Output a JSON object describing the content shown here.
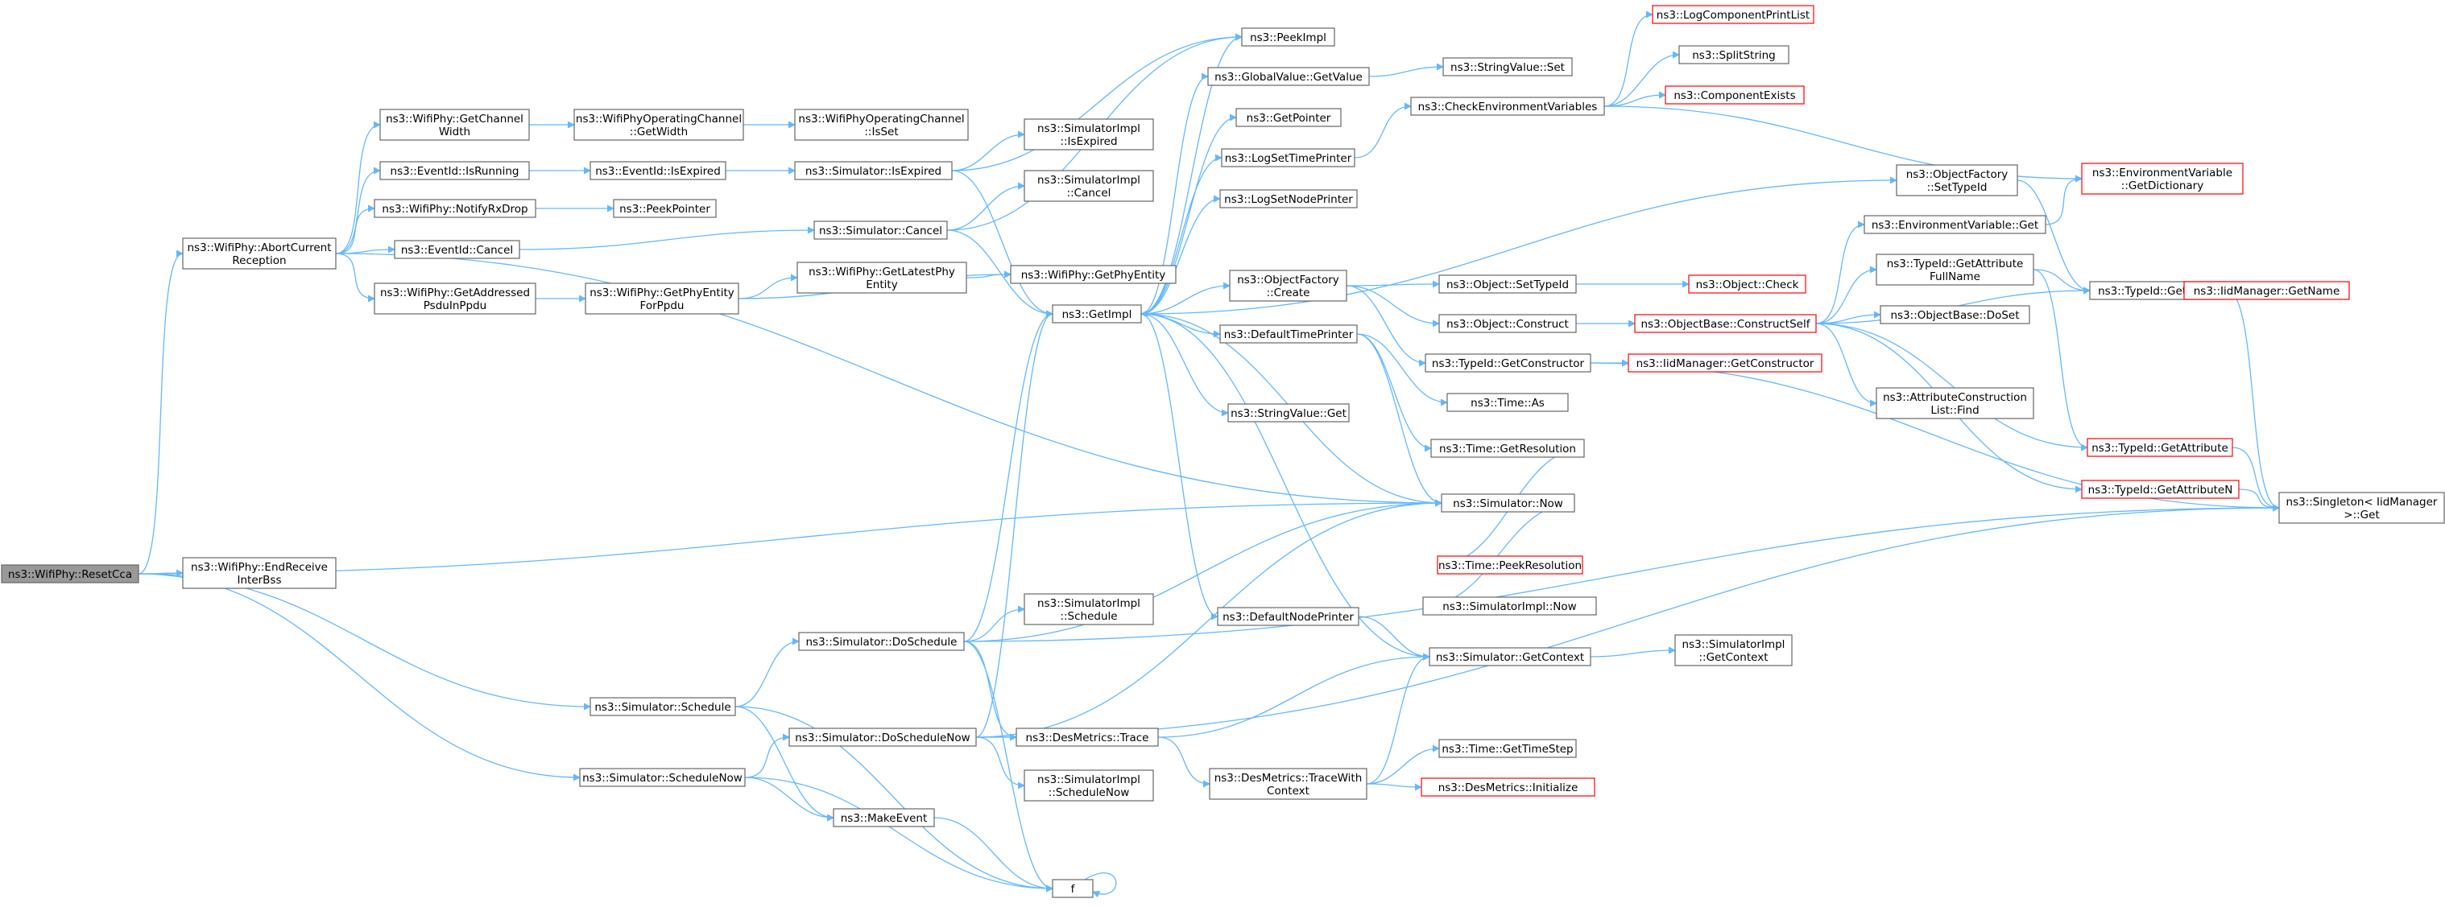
{
  "graph": {
    "nodes": [
      {
        "id": "resetcca",
        "lines": [
          "ns3::WifiPhy::ResetCca"
        ],
        "style": "root"
      },
      {
        "id": "abort",
        "lines": [
          "ns3::WifiPhy::AbortCurrent",
          "Reception"
        ],
        "style": "normal"
      },
      {
        "id": "endrecv",
        "lines": [
          "ns3::WifiPhy::EndReceive",
          "InterBss"
        ],
        "style": "normal"
      },
      {
        "id": "sched",
        "lines": [
          "ns3::Simulator::Schedule"
        ],
        "style": "normal"
      },
      {
        "id": "schednow",
        "lines": [
          "ns3::Simulator::ScheduleNow"
        ],
        "style": "normal"
      },
      {
        "id": "getchw",
        "lines": [
          "ns3::WifiPhy::GetChannel",
          "Width"
        ],
        "style": "normal"
      },
      {
        "id": "evisrun",
        "lines": [
          "ns3::EventId::IsRunning"
        ],
        "style": "normal"
      },
      {
        "id": "notifyrx",
        "lines": [
          "ns3::WifiPhy::NotifyRxDrop"
        ],
        "style": "normal"
      },
      {
        "id": "evcancel",
        "lines": [
          "ns3::EventId::Cancel"
        ],
        "style": "normal"
      },
      {
        "id": "getaddr",
        "lines": [
          "ns3::WifiPhy::GetAddressed",
          "PsduInPpdu"
        ],
        "style": "normal"
      },
      {
        "id": "opgetw",
        "lines": [
          "ns3::WifiPhyOperatingChannel",
          "::GetWidth"
        ],
        "style": "normal"
      },
      {
        "id": "evisexp",
        "lines": [
          "ns3::EventId::IsExpired"
        ],
        "style": "normal"
      },
      {
        "id": "peekptr",
        "lines": [
          "ns3::PeekPointer"
        ],
        "style": "normal"
      },
      {
        "id": "getphyent4ppdu",
        "lines": [
          "ns3::WifiPhy::GetPhyEntity",
          "ForPpdu"
        ],
        "style": "normal"
      },
      {
        "id": "opisset",
        "lines": [
          "ns3::WifiPhyOperatingChannel",
          "::IsSet"
        ],
        "style": "normal"
      },
      {
        "id": "simisexp",
        "lines": [
          "ns3::Simulator::IsExpired"
        ],
        "style": "normal"
      },
      {
        "id": "simcancel",
        "lines": [
          "ns3::Simulator::Cancel"
        ],
        "style": "normal"
      },
      {
        "id": "getlatest",
        "lines": [
          "ns3::WifiPhy::GetLatestPhy",
          "Entity"
        ],
        "style": "normal"
      },
      {
        "id": "doschedule",
        "lines": [
          "ns3::Simulator::DoSchedule"
        ],
        "style": "normal"
      },
      {
        "id": "doschednow",
        "lines": [
          "ns3::Simulator::DoScheduleNow"
        ],
        "style": "normal"
      },
      {
        "id": "makeevent",
        "lines": [
          "ns3::MakeEvent"
        ],
        "style": "normal"
      },
      {
        "id": "f",
        "lines": [
          "f"
        ],
        "style": "normal"
      },
      {
        "id": "peekimpl",
        "lines": [
          "ns3::PeekImpl"
        ],
        "style": "normal"
      },
      {
        "id": "impisexp",
        "lines": [
          "ns3::SimulatorImpl",
          "::IsExpired"
        ],
        "style": "normal"
      },
      {
        "id": "impcancel",
        "lines": [
          "ns3::SimulatorImpl",
          "::Cancel"
        ],
        "style": "normal"
      },
      {
        "id": "getphyent",
        "lines": [
          "ns3::WifiPhy::GetPhyEntity"
        ],
        "style": "normal"
      },
      {
        "id": "getimpl",
        "lines": [
          "ns3::GetImpl"
        ],
        "style": "normal"
      },
      {
        "id": "impsched",
        "lines": [
          "ns3::SimulatorImpl",
          "::Schedule"
        ],
        "style": "normal"
      },
      {
        "id": "destrace",
        "lines": [
          "ns3::DesMetrics::Trace"
        ],
        "style": "normal"
      },
      {
        "id": "impschednow",
        "lines": [
          "ns3::SimulatorImpl",
          "::ScheduleNow"
        ],
        "style": "normal"
      },
      {
        "id": "gvgetval",
        "lines": [
          "ns3::GlobalValue::GetValue"
        ],
        "style": "normal"
      },
      {
        "id": "getptr",
        "lines": [
          "ns3::GetPointer"
        ],
        "style": "normal"
      },
      {
        "id": "logsettime",
        "lines": [
          "ns3::LogSetTimePrinter"
        ],
        "style": "normal"
      },
      {
        "id": "logsetnode",
        "lines": [
          "ns3::LogSetNodePrinter"
        ],
        "style": "normal"
      },
      {
        "id": "ofcreate",
        "lines": [
          "ns3::ObjectFactory",
          "::Create"
        ],
        "style": "normal"
      },
      {
        "id": "deftime",
        "lines": [
          "ns3::DefaultTimePrinter"
        ],
        "style": "normal"
      },
      {
        "id": "svget",
        "lines": [
          "ns3::StringValue::Get"
        ],
        "style": "normal"
      },
      {
        "id": "defnode",
        "lines": [
          "ns3::DefaultNodePrinter"
        ],
        "style": "normal"
      },
      {
        "id": "destracewith",
        "lines": [
          "ns3::DesMetrics::TraceWith",
          "Context"
        ],
        "style": "normal"
      },
      {
        "id": "svset",
        "lines": [
          "ns3::StringValue::Set"
        ],
        "style": "normal"
      },
      {
        "id": "checkenv",
        "lines": [
          "ns3::CheckEnvironmentVariables"
        ],
        "style": "normal"
      },
      {
        "id": "objsettid",
        "lines": [
          "ns3::Object::SetTypeId"
        ],
        "style": "normal"
      },
      {
        "id": "objconstruct",
        "lines": [
          "ns3::Object::Construct"
        ],
        "style": "normal"
      },
      {
        "id": "tidgetctor",
        "lines": [
          "ns3::TypeId::GetConstructor"
        ],
        "style": "normal"
      },
      {
        "id": "timeas",
        "lines": [
          "ns3::Time::As"
        ],
        "style": "normal"
      },
      {
        "id": "timegetres",
        "lines": [
          "ns3::Time::GetResolution"
        ],
        "style": "normal"
      },
      {
        "id": "simnow",
        "lines": [
          "ns3::Simulator::Now"
        ],
        "style": "normal"
      },
      {
        "id": "simgetctx",
        "lines": [
          "ns3::Simulator::GetContext"
        ],
        "style": "normal"
      },
      {
        "id": "timegetstep",
        "lines": [
          "ns3::Time::GetTimeStep"
        ],
        "style": "normal"
      },
      {
        "id": "desinit",
        "lines": [
          "ns3::DesMetrics::Initialize"
        ],
        "style": "red"
      },
      {
        "id": "timepeekres",
        "lines": [
          "ns3::Time::PeekResolution"
        ],
        "style": "red"
      },
      {
        "id": "impnow",
        "lines": [
          "ns3::SimulatorImpl::Now"
        ],
        "style": "normal"
      },
      {
        "id": "impgetctx",
        "lines": [
          "ns3::SimulatorImpl",
          "::GetContext"
        ],
        "style": "normal"
      },
      {
        "id": "logcomplist",
        "lines": [
          "ns3::LogComponentPrintList"
        ],
        "style": "red"
      },
      {
        "id": "splitstr",
        "lines": [
          "ns3::SplitString"
        ],
        "style": "normal"
      },
      {
        "id": "compexists",
        "lines": [
          "ns3::ComponentExists"
        ],
        "style": "red"
      },
      {
        "id": "objcheck",
        "lines": [
          "ns3::Object::Check"
        ],
        "style": "red"
      },
      {
        "id": "obconstself",
        "lines": [
          "ns3::ObjectBase::ConstructSelf"
        ],
        "style": "red"
      },
      {
        "id": "iidgetctor",
        "lines": [
          "ns3::IidManager::GetConstructor"
        ],
        "style": "red"
      },
      {
        "id": "ofsettid",
        "lines": [
          "ns3::ObjectFactory",
          "::SetTypeId"
        ],
        "style": "normal"
      },
      {
        "id": "envget",
        "lines": [
          "ns3::EnvironmentVariable::Get"
        ],
        "style": "normal"
      },
      {
        "id": "tidgetattrfull",
        "lines": [
          "ns3::TypeId::GetAttribute",
          "FullName"
        ],
        "style": "normal"
      },
      {
        "id": "obdoset",
        "lines": [
          "ns3::ObjectBase::DoSet"
        ],
        "style": "normal"
      },
      {
        "id": "attrconstr",
        "lines": [
          "ns3::AttributeConstruction",
          "List::Find"
        ],
        "style": "normal"
      },
      {
        "id": "tidgetattr",
        "lines": [
          "ns3::TypeId::GetAttribute"
        ],
        "style": "red"
      },
      {
        "id": "tidgetattrn",
        "lines": [
          "ns3::TypeId::GetAttributeN"
        ],
        "style": "red"
      },
      {
        "id": "envgetdict",
        "lines": [
          "ns3::EnvironmentVariable",
          "::GetDictionary"
        ],
        "style": "red"
      },
      {
        "id": "tidgetname",
        "lines": [
          "ns3::TypeId::GetName"
        ],
        "style": "normal"
      },
      {
        "id": "iidgetname",
        "lines": [
          "ns3::IidManager::GetName"
        ],
        "style": "red"
      },
      {
        "id": "singleton",
        "lines": [
          "ns3::Singleton< IidManager",
          ">::Get"
        ],
        "style": "normal"
      }
    ]
  },
  "colors": {
    "edge": "#63b8ff",
    "node_border": "#666666",
    "node_fill": "#ffffff",
    "root_fill": "#999999",
    "root_border": "#666666",
    "red_border": "#ff0000"
  }
}
